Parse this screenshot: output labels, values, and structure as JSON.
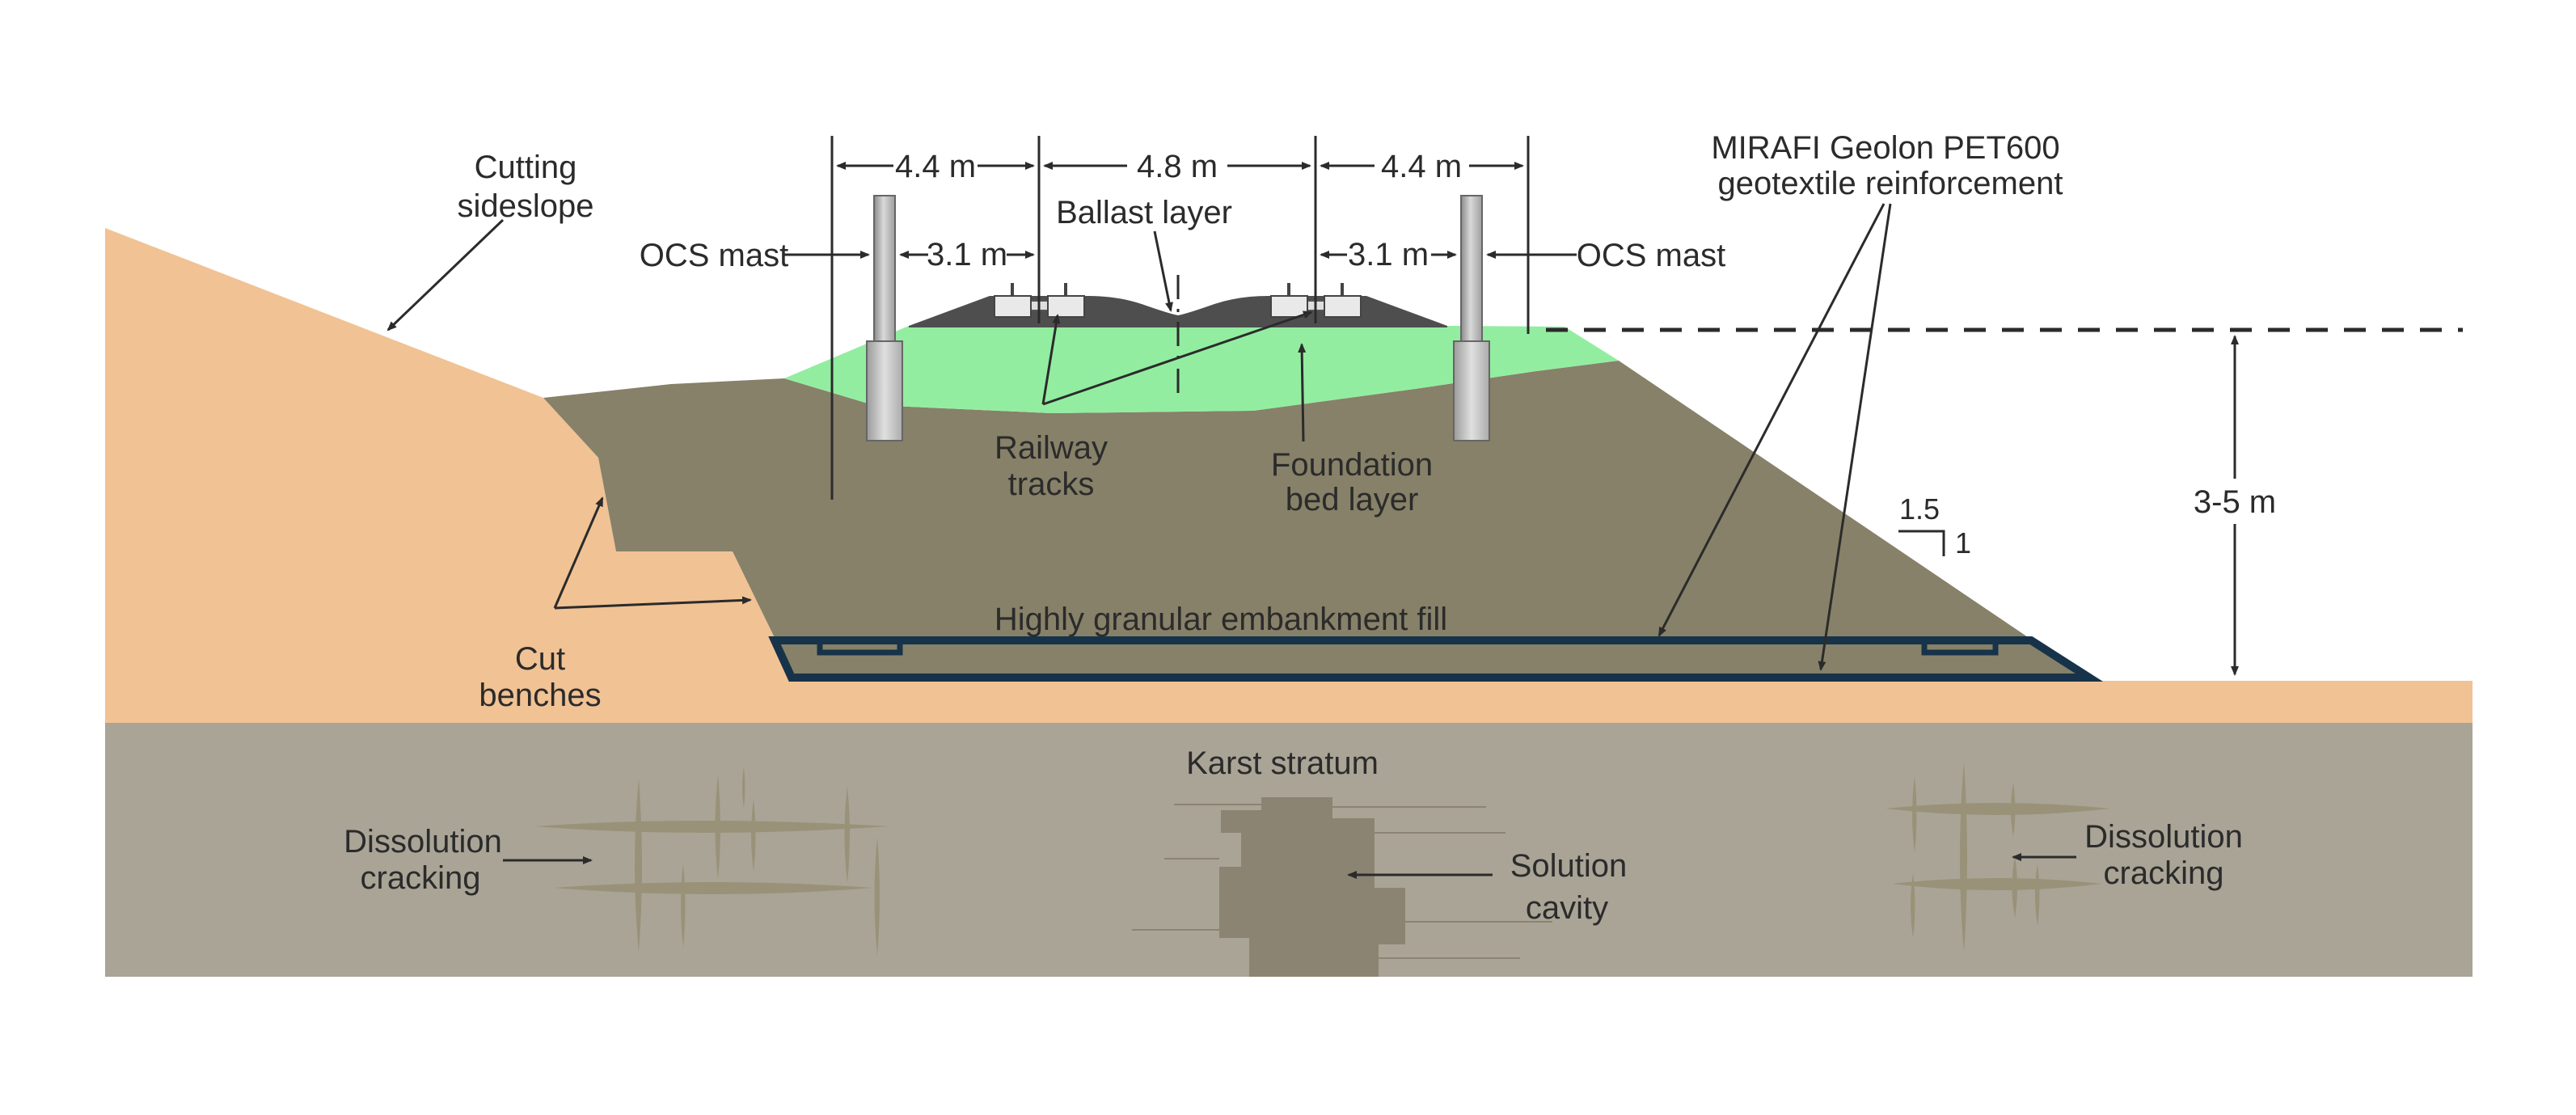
{
  "diagram": {
    "title_hint": "Railway embankment over karst stratum cross-section",
    "labels": {
      "cutting_sideslope_1": "Cutting",
      "cutting_sideslope_2": "sideslope",
      "ocs_mast_left": "OCS mast",
      "ocs_mast_right": "OCS mast",
      "dim_left": "4.4 m",
      "dim_center": "4.8 m",
      "dim_right": "4.4 m",
      "dim_offset_left": "3.1 m",
      "dim_offset_right": "3.1 m",
      "ballast_layer": "Ballast layer",
      "railway_tracks_1": "Railway",
      "railway_tracks_2": "tracks",
      "foundation_1": "Foundation",
      "foundation_2": "bed layer",
      "embankment_fill": "Highly granular embankment fill",
      "mirafi_1": "MIRAFI Geolon PET600",
      "mirafi_2": "geotextile reinforcement",
      "height_range": "3-5 m",
      "slope_h": "1.5",
      "slope_v": "1",
      "cut_benches_1": "Cut",
      "cut_benches_2": "benches",
      "karst_stratum": "Karst stratum",
      "dissolution_left_1": "Dissolution",
      "dissolution_left_2": "cracking",
      "dissolution_right_1": "Dissolution",
      "dissolution_right_2": "cracking",
      "solution_cavity_1": "Solution",
      "solution_cavity_2": "cavity"
    },
    "colors": {
      "cutting_orange": "#f1c294",
      "embankment_olive": "#878169",
      "foundation_green": "#93eda1",
      "ballast_gray": "#4e4e4e",
      "karst_gray": "#a9a496",
      "cavity_olive": "#8b8472",
      "crack_olive": "#999279",
      "geotextile_navy": "#173349",
      "line_dark": "#2b2b2b",
      "text_dark": "#2b2b2b",
      "mast_light": "#d9d9d9",
      "mast_dark": "#8a8a8a",
      "sleeper_light": "#e9e9e9"
    }
  }
}
